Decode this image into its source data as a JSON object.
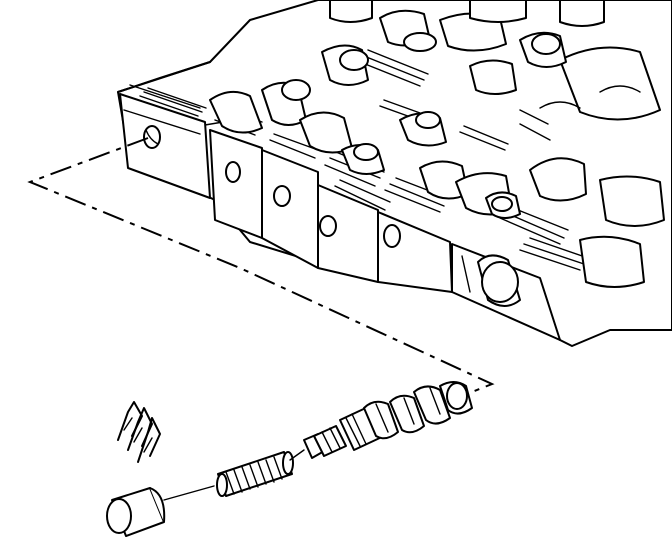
{
  "figure": {
    "description_text": "",
    "parts": [
      "valve-body",
      "valve-spool",
      "spring",
      "sleeve-plug",
      "retainer-clip"
    ]
  }
}
